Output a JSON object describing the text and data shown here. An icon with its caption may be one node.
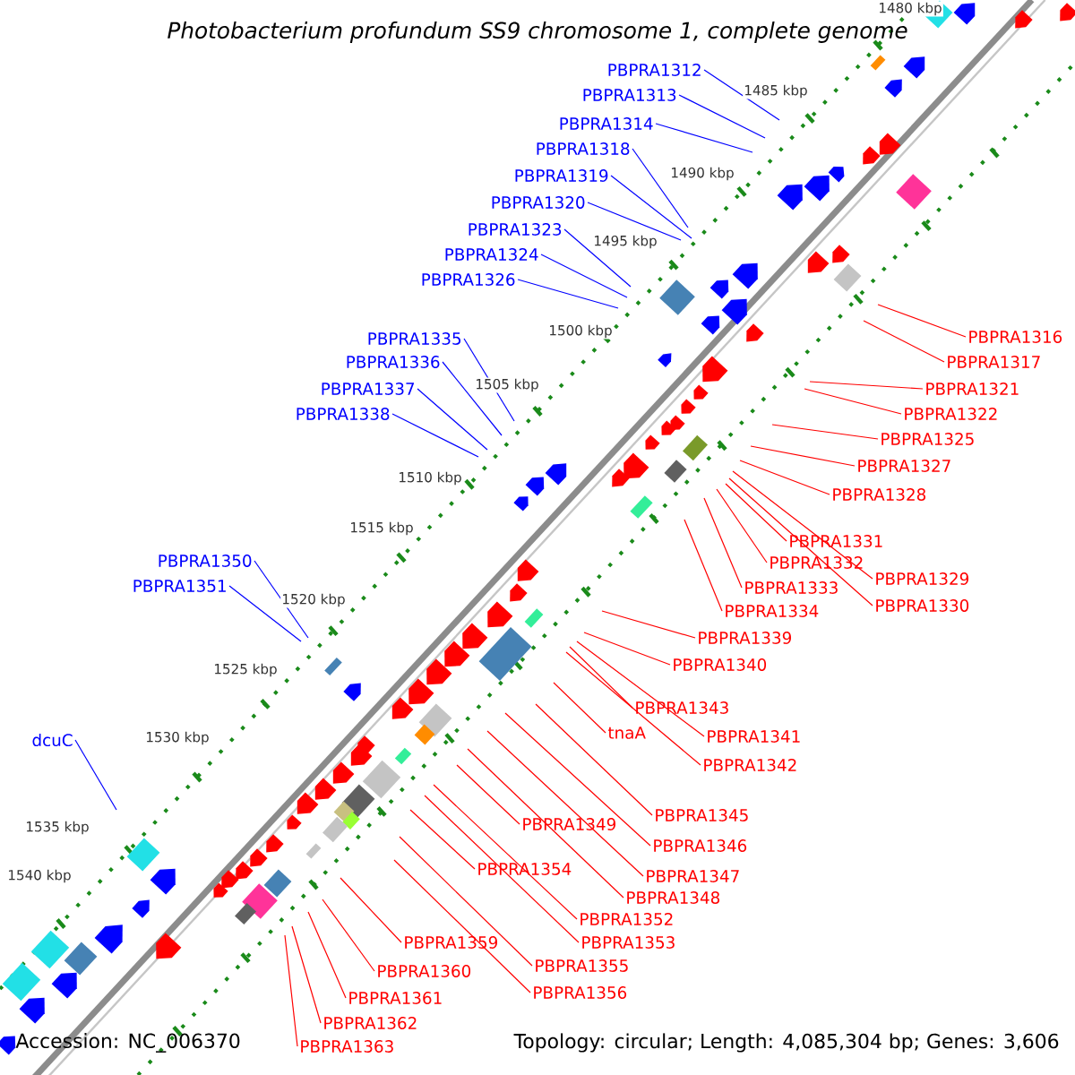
{
  "diagram": {
    "title": "Photobacterium profundum SS9 chromosome 1, complete genome",
    "nodes": [
      {
        "text": [
          "PBPRA1312"
        ]
      },
      {
        "text": [
          "PBPRA1313"
        ]
      },
      {
        "text": [
          "PBPRA1314"
        ]
      },
      {
        "text": [
          "PBPRA1318"
        ]
      },
      {
        "text": [
          "PBPRA1319"
        ]
      },
      {
        "text": [
          "PBPRA1320"
        ]
      },
      {
        "text": [
          "PBPRA1323"
        ]
      },
      {
        "text": [
          "PBPRA1324"
        ]
      },
      {
        "text": [
          "PBPRA1326"
        ]
      },
      {
        "text": [
          "PBPRA1335"
        ]
      },
      {
        "text": [
          "PBPRA1336"
        ]
      },
      {
        "text": [
          "PBPRA1337"
        ]
      },
      {
        "text": [
          "PBPRA1338"
        ]
      },
      {
        "text": [
          "PBPRA1350"
        ]
      },
      {
        "text": [
          "PBPRA1351"
        ]
      },
      {
        "text": [
          "dcuC"
        ]
      },
      {
        "text": [
          "PBPRA1316"
        ]
      },
      {
        "text": [
          "PBPRA1317"
        ]
      },
      {
        "text": [
          "PBPRA1321"
        ]
      },
      {
        "text": [
          "PBPRA1322"
        ]
      },
      {
        "text": [
          "PBPRA1325"
        ]
      },
      {
        "text": [
          "PBPRA1327"
        ]
      },
      {
        "text": [
          "PBPRA1328"
        ]
      },
      {
        "text": [
          "PBPRA1329"
        ]
      },
      {
        "text": [
          "PBPRA1330"
        ]
      },
      {
        "text": [
          "PBPRA1331"
        ]
      },
      {
        "text": [
          "PBPRA1332"
        ]
      },
      {
        "text": [
          "PBPRA1333"
        ]
      },
      {
        "text": [
          "PBPRA1334"
        ]
      },
      {
        "text": [
          "PBPRA1339"
        ]
      },
      {
        "text": [
          "PBPRA1340"
        ]
      },
      {
        "text": [
          "PBPRA1343"
        ]
      },
      {
        "text": [
          "PBPRA1341"
        ]
      },
      {
        "text": [
          "PBPRA1342"
        ]
      },
      {
        "text": [
          "tnaA"
        ]
      },
      {
        "text": [
          "PBPRA1345"
        ]
      },
      {
        "text": [
          "PBPRA1346"
        ]
      },
      {
        "text": [
          "PBPRA1347"
        ]
      },
      {
        "text": [
          "PBPRA1348"
        ]
      },
      {
        "text": [
          "PBPRA1349"
        ]
      },
      {
        "text": [
          "PBPRA1352"
        ]
      },
      {
        "text": [
          "PBPRA1353"
        ]
      },
      {
        "text": [
          "PBPRA1354"
        ]
      },
      {
        "text": [
          "PBPRA1355"
        ]
      },
      {
        "text": [
          "PBPRA1356"
        ]
      },
      {
        "text": [
          "PBPRA1359"
        ]
      },
      {
        "text": [
          "PBPRA1360"
        ]
      },
      {
        "text": [
          "PBPRA1361"
        ]
      },
      {
        "text": [
          "PBPRA1362"
        ]
      },
      {
        "text": [
          "PBPRA1363"
        ]
      }
    ],
    "edges": [
      {
        "from": 0,
        "to": null,
        "arrow": "none",
        "color": "#0000ff"
      },
      {
        "from": 1,
        "to": null,
        "arrow": "none",
        "color": "#0000ff"
      },
      {
        "from": 2,
        "to": null,
        "arrow": "none",
        "color": "#0000ff"
      },
      {
        "from": 3,
        "to": null,
        "arrow": "none",
        "color": "#0000ff"
      },
      {
        "from": 4,
        "to": null,
        "arrow": "none",
        "color": "#0000ff"
      },
      {
        "from": 5,
        "to": null,
        "arrow": "none",
        "color": "#0000ff"
      },
      {
        "from": 6,
        "to": null,
        "arrow": "none",
        "color": "#0000ff"
      },
      {
        "from": 7,
        "to": null,
        "arrow": "none",
        "color": "#0000ff"
      },
      {
        "from": 8,
        "to": null,
        "arrow": "none",
        "color": "#0000ff"
      },
      {
        "from": 9,
        "to": null,
        "arrow": "none",
        "color": "#0000ff"
      },
      {
        "from": 10,
        "to": null,
        "arrow": "none",
        "color": "#0000ff"
      },
      {
        "from": 11,
        "to": null,
        "arrow": "none",
        "color": "#0000ff"
      },
      {
        "from": 12,
        "to": null,
        "arrow": "none",
        "color": "#0000ff"
      },
      {
        "from": 13,
        "to": null,
        "arrow": "none",
        "color": "#0000ff"
      },
      {
        "from": 14,
        "to": null,
        "arrow": "none",
        "color": "#0000ff"
      },
      {
        "from": 15,
        "to": null,
        "arrow": "none",
        "color": "#0000ff"
      },
      {
        "from": 16,
        "to": null,
        "arrow": "none"
      },
      {
        "from": 17,
        "to": null,
        "arrow": "none"
      },
      {
        "from": 18,
        "to": null,
        "arrow": "none"
      },
      {
        "from": 19,
        "to": null,
        "arrow": "none"
      },
      {
        "from": 20,
        "to": null,
        "arrow": "none"
      },
      {
        "from": 21,
        "to": null,
        "arrow": "none"
      },
      {
        "from": 22,
        "to": null,
        "arrow": "none"
      },
      {
        "from": 23,
        "to": null,
        "arrow": "none"
      },
      {
        "from": 24,
        "to": null,
        "arrow": "none"
      },
      {
        "from": 25,
        "to": null,
        "arrow": "none"
      },
      {
        "from": 26,
        "to": null,
        "arrow": "none"
      },
      {
        "from": 27,
        "to": null,
        "arrow": "none"
      },
      {
        "from": 28,
        "to": null,
        "arrow": "none"
      },
      {
        "from": 29,
        "to": null,
        "arrow": "none"
      },
      {
        "from": 30,
        "to": null,
        "arrow": "none"
      },
      {
        "from": 31,
        "to": null,
        "arrow": "none"
      },
      {
        "from": 32,
        "to": null,
        "arrow": "none"
      },
      {
        "from": 33,
        "to": null,
        "arrow": "none"
      },
      {
        "from": 34,
        "to": null,
        "arrow": "none"
      },
      {
        "from": 35,
        "to": null,
        "arrow": "none"
      },
      {
        "from": 36,
        "to": null,
        "arrow": "none"
      },
      {
        "from": 37,
        "to": null,
        "arrow": "none"
      },
      {
        "from": 38,
        "to": null,
        "arrow": "none"
      },
      {
        "from": 39,
        "to": null,
        "arrow": "none"
      },
      {
        "from": 40,
        "to": null,
        "arrow": "none"
      },
      {
        "from": 41,
        "to": null,
        "arrow": "none"
      },
      {
        "from": 42,
        "to": null,
        "arrow": "none"
      },
      {
        "from": 43,
        "to": null,
        "arrow": "none"
      },
      {
        "from": 44,
        "to": null,
        "arrow": "none"
      },
      {
        "from": 45,
        "to": null,
        "arrow": "none"
      },
      {
        "from": 46,
        "to": null,
        "arrow": "none"
      },
      {
        "from": 47,
        "to": null,
        "arrow": "none"
      },
      {
        "from": 48,
        "to": null,
        "arrow": "none"
      },
      {
        "from": 49,
        "to": null,
        "arrow": "none"
      }
    ],
    "labels": [
      "1480 kbp",
      "1485 kbp",
      "1490 kbp",
      "1495 kbp",
      "1500 kbp",
      "1505 kbp",
      "1510 kbp",
      "1515 kbp",
      "1520 kbp",
      "1525 kbp",
      "1530 kbp",
      "1535 kbp",
      "1540 kbp",
      "Accession: NC_006370",
      "Topology: circular; Length: 4,085,304 bp; Genes: 3,606"
    ]
  }
}
